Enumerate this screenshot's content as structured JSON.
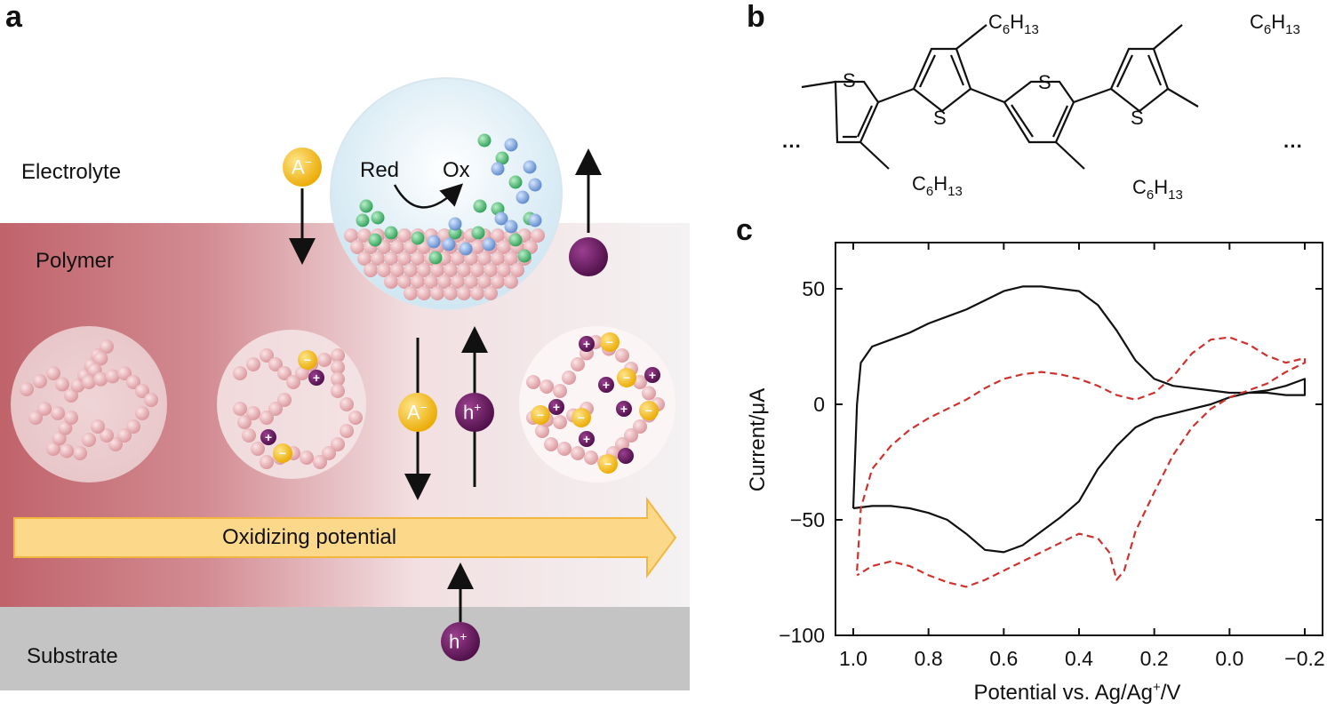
{
  "panels": {
    "a": "a",
    "b": "b",
    "c": "c"
  },
  "schematic": {
    "electrolyte_label": "Electrolyte",
    "polymer_label": "Polymer",
    "substrate_label": "Substrate",
    "arrow_label": "Oxidizing potential",
    "red_label": "Red",
    "ox_label": "Ox",
    "anion_label": "A",
    "anion_sup": "−",
    "hole_label": "h",
    "hole_sup": "+",
    "colors": {
      "polymer_dark": "#c0636b",
      "substrate": "#c4c4c4",
      "anion": "#f5b800",
      "hole": "#6b1a63",
      "bead": "#e8b4b8",
      "arrow_fill": "#fcd98a"
    }
  },
  "structure": {
    "substituent_C": "C",
    "substituent_sub": "6",
    "substituent_H": "H",
    "substituent_sub2": "13",
    "sulfur": "S",
    "ellipsis": "···"
  },
  "chart_data": {
    "type": "line",
    "xlabel": "Potential vs. Ag/Ag",
    "xlabel_sup": "+",
    "xlabel_tail": "/V",
    "ylabel": "Current/μA",
    "xlim": [
      1.0,
      -0.2
    ],
    "ylim": [
      -100,
      70
    ],
    "x_ticks": [
      "1.0",
      "0.8",
      "0.6",
      "0.4",
      "0.2",
      "0.0",
      "−0.2"
    ],
    "y_ticks": [
      "50",
      "0",
      "−50",
      "−100"
    ],
    "series": [
      {
        "style": "solid",
        "color": "#111111",
        "x": [
          1.0,
          0.99,
          0.98,
          0.95,
          0.9,
          0.85,
          0.8,
          0.75,
          0.7,
          0.65,
          0.6,
          0.55,
          0.5,
          0.45,
          0.4,
          0.35,
          0.3,
          0.25,
          0.2,
          0.15,
          0.1,
          0.05,
          0.0,
          -0.05,
          -0.1,
          -0.15,
          -0.2,
          -0.2,
          -0.15,
          -0.1,
          -0.05,
          0.0,
          0.05,
          0.1,
          0.15,
          0.2,
          0.25,
          0.3,
          0.35,
          0.4,
          0.45,
          0.5,
          0.55,
          0.6,
          0.65,
          0.7,
          0.75,
          0.8,
          0.85,
          0.9,
          0.95,
          1.0
        ],
        "y": [
          -45,
          0,
          18,
          25,
          28,
          31,
          35,
          38,
          41,
          45,
          49,
          51,
          51,
          50,
          49,
          43,
          32,
          19,
          11,
          8,
          7,
          6,
          5,
          5,
          5,
          4,
          4,
          11,
          8,
          6,
          5,
          3,
          0,
          -2,
          -4,
          -6,
          -10,
          -18,
          -28,
          -42,
          -49,
          -55,
          -61,
          -64,
          -63,
          -56,
          -50,
          -47,
          -45,
          -44,
          -44,
          -45
        ]
      },
      {
        "style": "dashed",
        "color": "#d0312d",
        "x": [
          0.99,
          0.98,
          0.95,
          0.9,
          0.85,
          0.8,
          0.75,
          0.7,
          0.65,
          0.6,
          0.55,
          0.5,
          0.45,
          0.4,
          0.35,
          0.3,
          0.25,
          0.2,
          0.15,
          0.1,
          0.05,
          0.0,
          -0.05,
          -0.1,
          -0.15,
          -0.2,
          -0.2,
          -0.15,
          -0.1,
          -0.05,
          0.0,
          0.05,
          0.1,
          0.15,
          0.2,
          0.25,
          0.28,
          0.3,
          0.32,
          0.35,
          0.4,
          0.45,
          0.5,
          0.55,
          0.6,
          0.65,
          0.7,
          0.75,
          0.8,
          0.85,
          0.9,
          0.95,
          0.99
        ],
        "y": [
          -72,
          -45,
          -28,
          -18,
          -11,
          -6,
          -2,
          2,
          7,
          11,
          13,
          14,
          13,
          11,
          8,
          4,
          2,
          5,
          12,
          22,
          28,
          29,
          26,
          21,
          18,
          20,
          18,
          14,
          9,
          6,
          3,
          -2,
          -10,
          -22,
          -38,
          -55,
          -72,
          -76,
          -64,
          -58,
          -56,
          -60,
          -64,
          -68,
          -72,
          -76,
          -79,
          -77,
          -74,
          -70,
          -68,
          -70,
          -74
        ]
      }
    ]
  }
}
